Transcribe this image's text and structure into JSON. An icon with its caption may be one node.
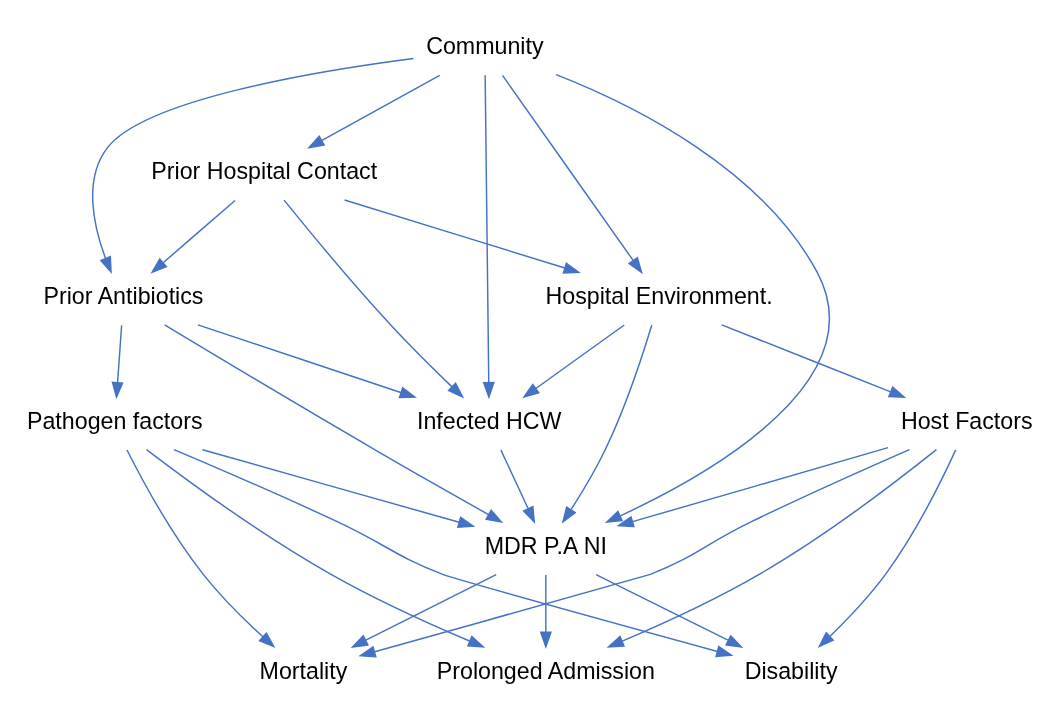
{
  "diagram": {
    "nodes": [
      {
        "text": [
          "Community"
        ]
      },
      {
        "text": [
          "Prior Hospital Contact"
        ]
      },
      {
        "text": [
          "Hospital Environment."
        ]
      },
      {
        "text": [
          "Prior Antibiotics"
        ]
      },
      {
        "text": [
          "Infected HCW"
        ]
      },
      {
        "text": [
          "Pathogen factors"
        ]
      },
      {
        "text": [
          "MDR P.A NI"
        ]
      },
      {
        "text": [
          "Host Factors"
        ]
      },
      {
        "text": [
          "Prolonged Admission"
        ]
      },
      {
        "text": [
          "Mortality"
        ]
      },
      {
        "text": [
          "Disability"
        ]
      }
    ],
    "edges": [
      {
        "from": 0,
        "to": 1,
        "arrow": "to"
      },
      {
        "from": 0,
        "to": 2,
        "arrow": "to"
      },
      {
        "from": 0,
        "to": 3,
        "arrow": "to"
      },
      {
        "from": 0,
        "to": 4,
        "arrow": "to"
      },
      {
        "from": 0,
        "to": 6,
        "arrow": "to"
      },
      {
        "from": 1,
        "to": 3,
        "arrow": "to"
      },
      {
        "from": 1,
        "to": 4,
        "arrow": "to"
      },
      {
        "from": 1,
        "to": 2,
        "arrow": "to"
      },
      {
        "from": 2,
        "to": 4,
        "arrow": "to"
      },
      {
        "from": 2,
        "to": 6,
        "arrow": "to"
      },
      {
        "from": 2,
        "to": 7,
        "arrow": "to"
      },
      {
        "from": 3,
        "to": 4,
        "arrow": "to"
      },
      {
        "from": 3,
        "to": 6,
        "arrow": "to"
      },
      {
        "from": 3,
        "to": 5,
        "arrow": "to"
      },
      {
        "from": 4,
        "to": 6,
        "arrow": "to"
      },
      {
        "from": 5,
        "to": 6,
        "arrow": "to"
      },
      {
        "from": 5,
        "to": 8,
        "arrow": "to"
      },
      {
        "from": 5,
        "to": 9,
        "arrow": "to"
      },
      {
        "from": 5,
        "to": 10,
        "arrow": "to"
      },
      {
        "from": 6,
        "to": 8,
        "arrow": "to"
      },
      {
        "from": 6,
        "to": 9,
        "arrow": "to"
      },
      {
        "from": 6,
        "to": 10,
        "arrow": "to"
      },
      {
        "from": 7,
        "to": 6,
        "arrow": "to"
      },
      {
        "from": 7,
        "to": 8,
        "arrow": "to"
      },
      {
        "from": 7,
        "to": 9,
        "arrow": "to"
      },
      {
        "from": 7,
        "to": 10,
        "arrow": "to"
      }
    ]
  }
}
